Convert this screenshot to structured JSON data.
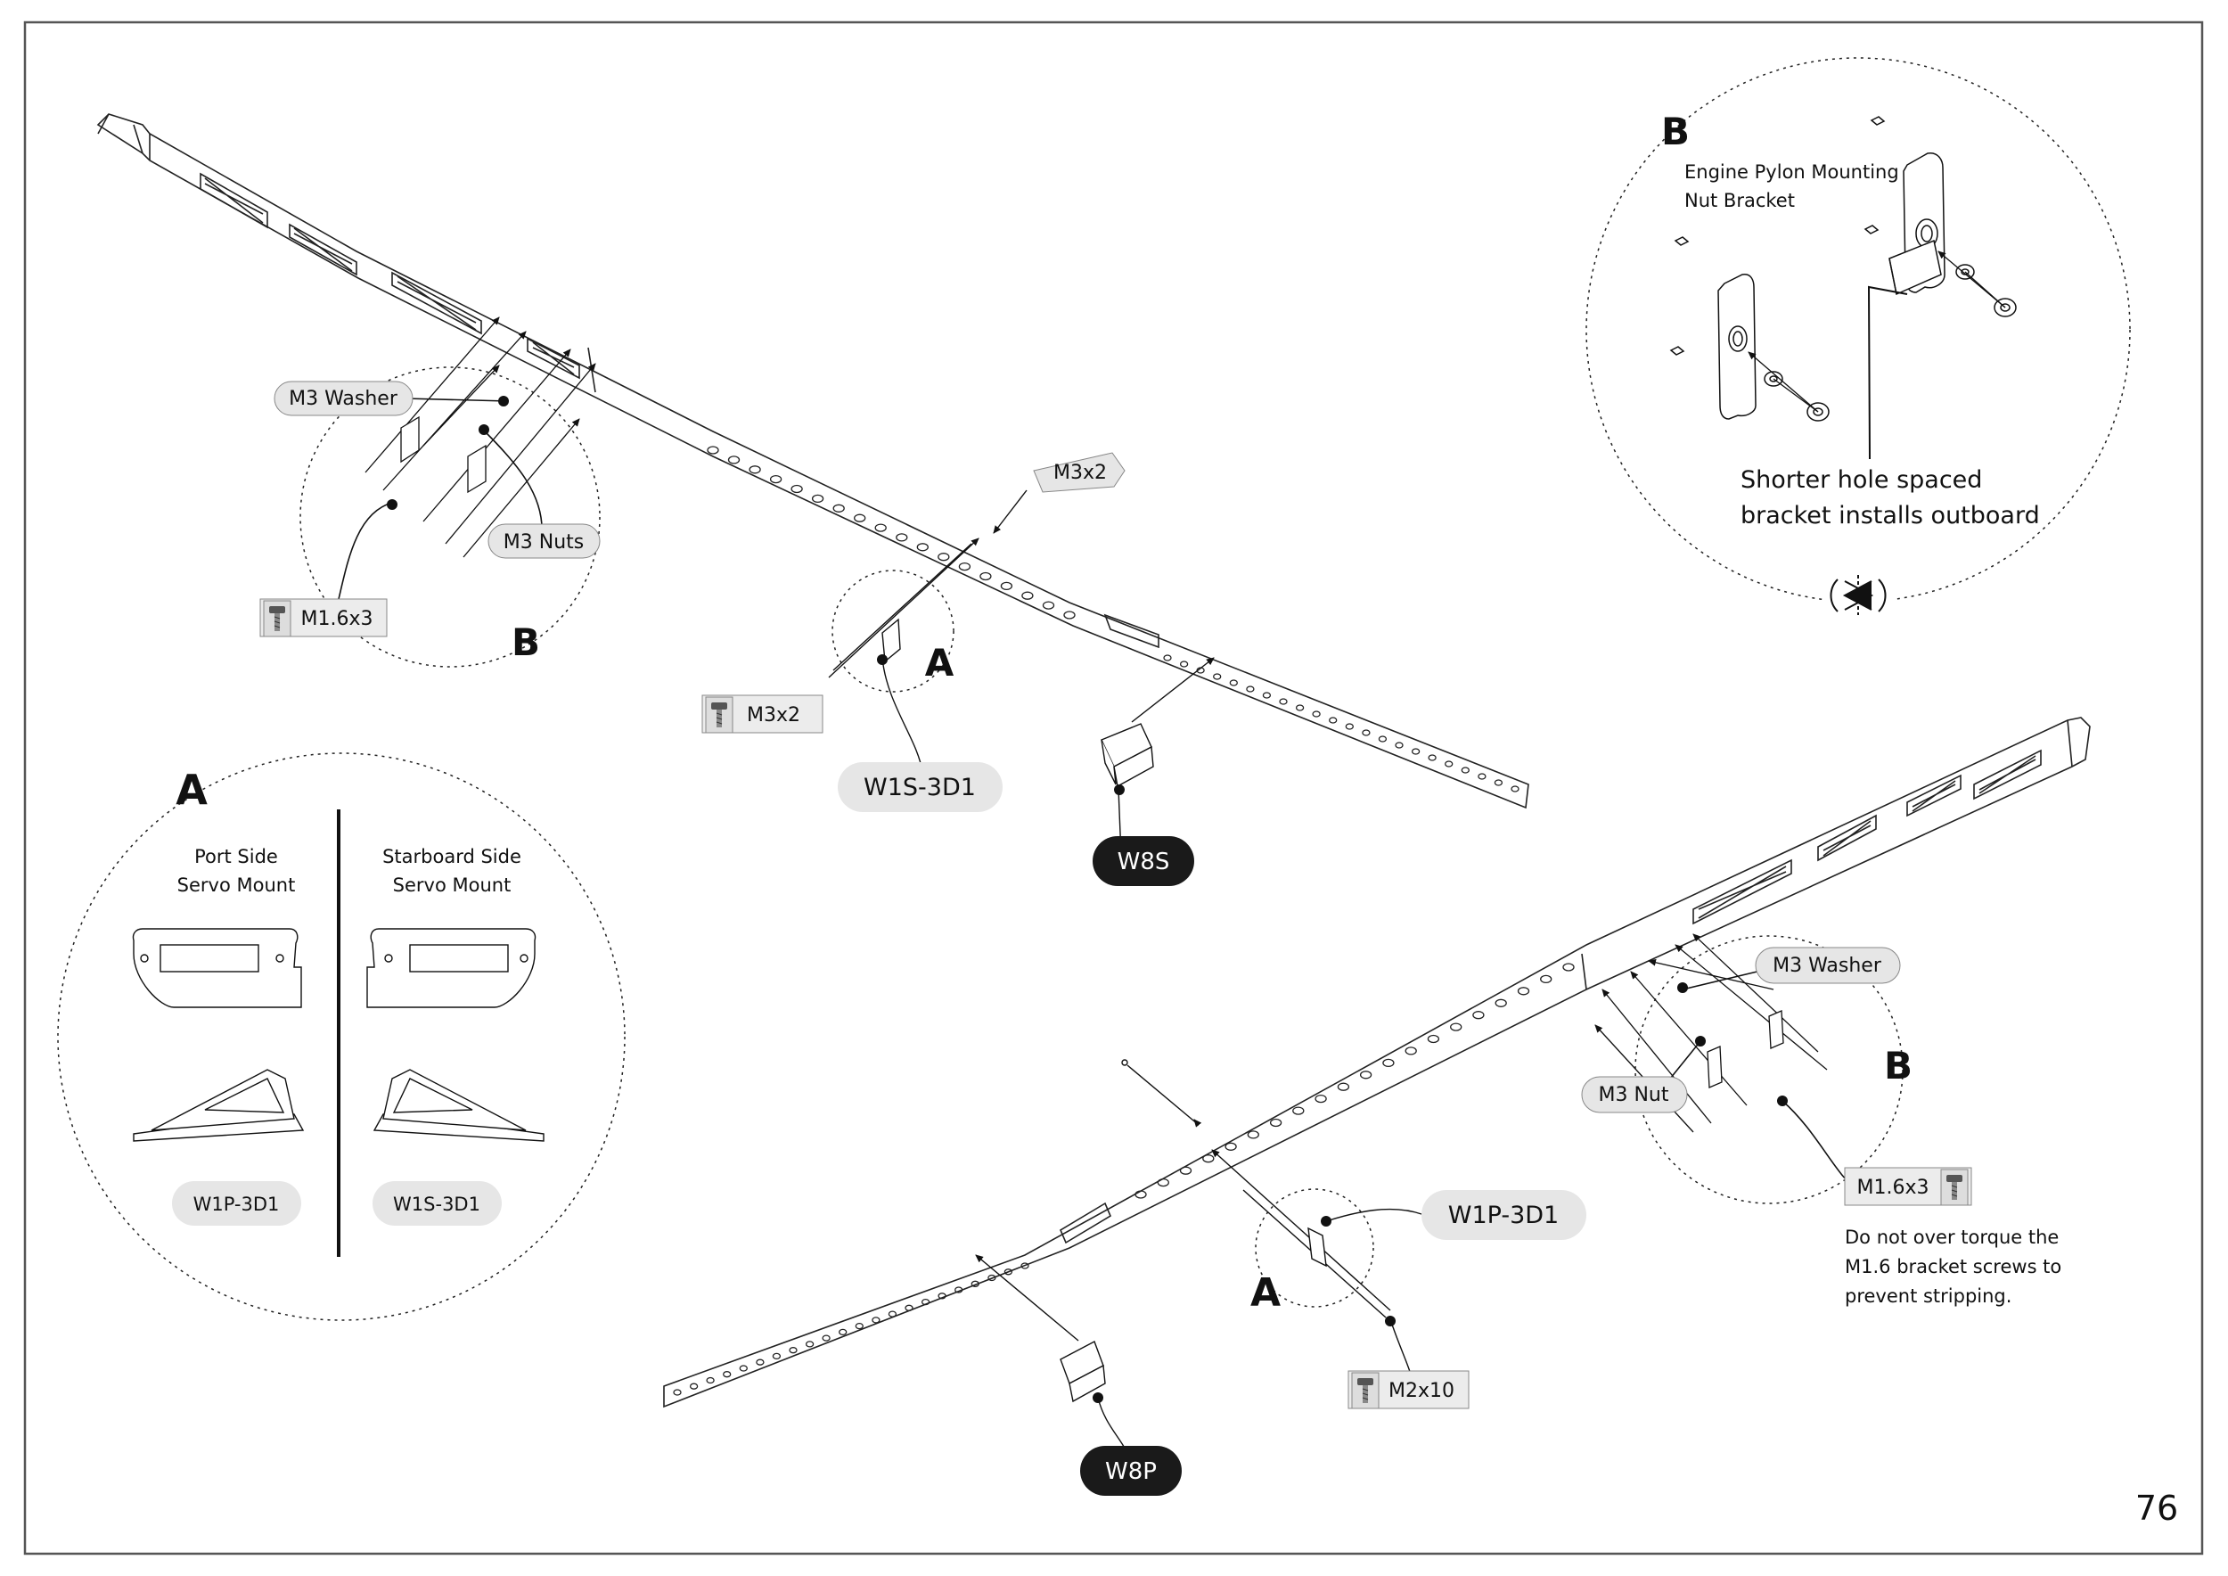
{
  "page_number": "76",
  "callouts": {
    "m3_washer_top": "M3 Washer",
    "m3_nuts_top": "M3 Nuts",
    "m16x3_top": "M1.6x3",
    "m3x2_right": "M3x2",
    "m3x2_left": "M3x2",
    "w1s_3d1": "W1S-3D1",
    "w8s": "W8S",
    "m3_washer_bottom": "M3 Washer",
    "m3_nut_bottom": "M3 Nut",
    "m16x3_bottom": "M1.6x3",
    "w1p_3d1": "W1P-3D1",
    "m2x10": "M2x10",
    "w8p": "W8P"
  },
  "detail_letters": {
    "b_top_left": "B",
    "a_top_center": "A",
    "b_top_right": "B",
    "a_left_panel": "A",
    "b_bottom_right": "B",
    "a_bottom_center": "A"
  },
  "panel_b": {
    "title_line1": "Engine Pylon Mounting",
    "title_line2": "Nut Bracket",
    "note_line1": "Shorter hole spaced",
    "note_line2": "bracket installs outboard"
  },
  "panel_a": {
    "port_line1": "Port Side",
    "port_line2": "Servo Mount",
    "starboard_line1": "Starboard Side",
    "starboard_line2": "Servo Mount",
    "port_part": "W1P-3D1",
    "starboard_part": "W1S-3D1"
  },
  "torque_note": {
    "line1": "Do not over torque the",
    "line2": "M1.6 bracket screws to",
    "line3": "prevent stripping."
  },
  "icons": [
    "screw-icon",
    "flip-icon"
  ],
  "colors": {
    "ink": "#111111",
    "pill_fill": "#e6e6e6",
    "pill_dark": "#1a1a1a"
  }
}
